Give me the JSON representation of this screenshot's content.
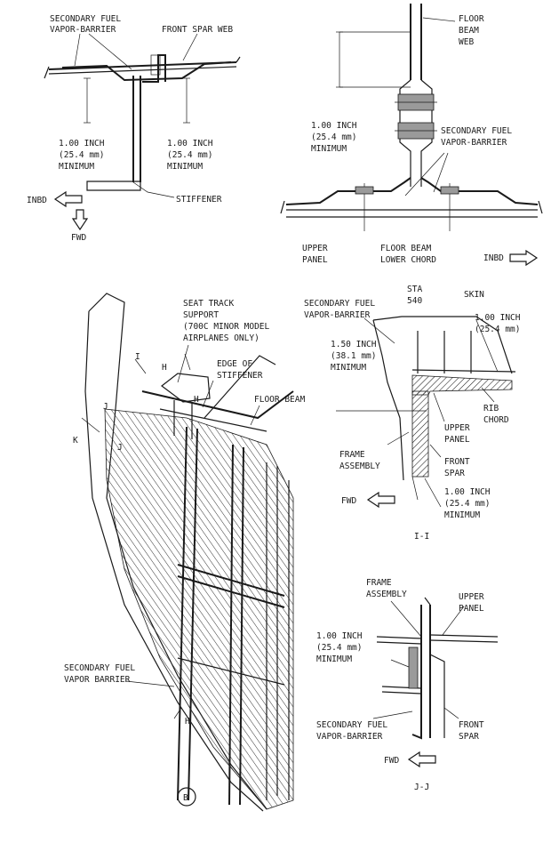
{
  "view_top_left": {
    "label_vapor_barrier": [
      "SECONDARY FUEL",
      "VAPOR-BARRIER"
    ],
    "label_web": "FRONT SPAR WEB",
    "dim_left": [
      "1.00 INCH",
      "(25.4 mm)",
      "MINIMUM"
    ],
    "dim_right": [
      "1.00 INCH",
      "(25.4 mm)",
      "MINIMUM"
    ],
    "label_stiffener": "STIFFENER",
    "arrow_inbd": "INBD",
    "arrow_fwd": "FWD"
  },
  "view_top_right": {
    "label_web": [
      "FLOOR",
      "BEAM",
      "WEB"
    ],
    "dim": [
      "1.00 INCH",
      "(25.4 mm)",
      "MINIMUM"
    ],
    "label_vapor_barrier": [
      "SECONDARY FUEL",
      "VAPOR-BARRIER"
    ],
    "label_upper_panel": [
      "UPPER",
      "PANEL"
    ],
    "label_lower_chord": [
      "FLOOR BEAM",
      "LOWER CHORD"
    ],
    "arrow_inbd": "INBD"
  },
  "view_main": {
    "label_seat_track": [
      "SEAT TRACK",
      "SUPPORT",
      "(700C MINOR MODEL",
      "AIRPLANES ONLY)"
    ],
    "label_edge": [
      "EDGE OF",
      "STIFFENER"
    ],
    "label_floor_beam": "FLOOR BEAM",
    "label_vapor_barrier": [
      "SECONDARY FUEL",
      "VAPOR BARRIER"
    ],
    "section_marks": [
      "I",
      "H",
      "H",
      "J",
      "J",
      "K",
      "H"
    ],
    "detail_letter": "B"
  },
  "section_ii": {
    "label_vapor_barrier": [
      "SECONDARY FUEL",
      "VAPOR-BARRIER"
    ],
    "label_sta": [
      "STA",
      "540"
    ],
    "label_skin": "SKIN",
    "dim_top": [
      "1.00 INCH",
      "(25.4 mm)"
    ],
    "dim_left": [
      "1.50 INCH",
      "(38.1 mm)",
      "MINIMUM"
    ],
    "label_rib_chord": [
      "RIB",
      "CHORD"
    ],
    "label_upper_panel": [
      "UPPER",
      "PANEL"
    ],
    "label_frame": [
      "FRAME",
      "ASSEMBLY"
    ],
    "label_front_spar": [
      "FRONT",
      "SPAR"
    ],
    "dim_bottom": [
      "1.00 INCH",
      "(25.4 mm)",
      "MINIMUM"
    ],
    "arrow_fwd": "FWD",
    "title": "I-I"
  },
  "section_jj": {
    "label_frame": [
      "FRAME",
      "ASSEMBLY"
    ],
    "label_upper_panel": [
      "UPPER",
      "PANEL"
    ],
    "dim": [
      "1.00 INCH",
      "(25.4 mm)",
      "MINIMUM"
    ],
    "label_vapor_barrier": [
      "SECONDARY FUEL",
      "VAPOR-BARRIER"
    ],
    "label_front_spar": [
      "FRONT",
      "SPAR"
    ],
    "arrow_fwd": "FWD",
    "title": "J-J"
  }
}
